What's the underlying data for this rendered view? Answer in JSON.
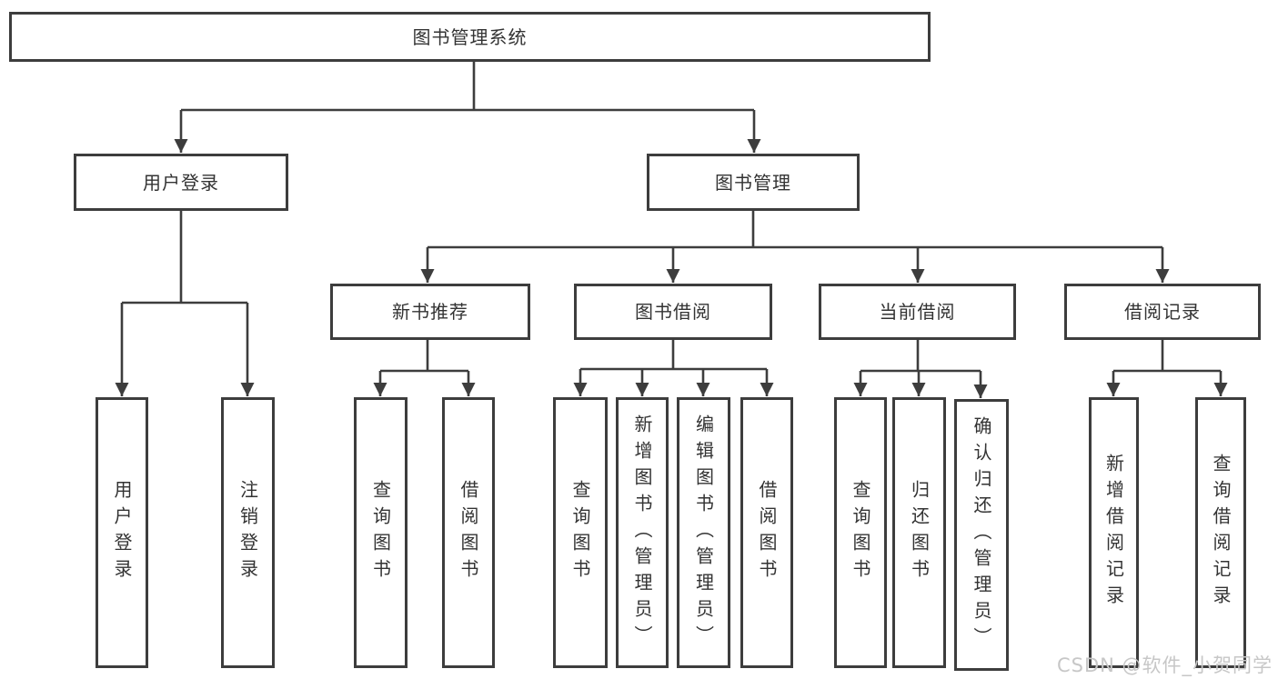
{
  "colors": {
    "line": "#3d3d3d",
    "border": "#3d3d3d",
    "text": "#333333",
    "background": "#ffffff",
    "watermark": "#c7c7c7"
  },
  "root": {
    "label": "图书管理系统"
  },
  "branches": {
    "user_login": {
      "label": "用户登录",
      "children": [
        {
          "label": "用户登录"
        },
        {
          "label": "注销登录"
        }
      ]
    },
    "book_mgmt": {
      "label": "图书管理"
    }
  },
  "modules": [
    {
      "label": "新书推荐",
      "children": [
        {
          "label": "查询图书"
        },
        {
          "label": "借阅图书"
        }
      ]
    },
    {
      "label": "图书借阅",
      "children": [
        {
          "label": "查询图书"
        },
        {
          "label": "新增图书（管理员）"
        },
        {
          "label": "编辑图书（管理员）"
        },
        {
          "label": "借阅图书"
        }
      ]
    },
    {
      "label": "当前借阅",
      "children": [
        {
          "label": "查询图书"
        },
        {
          "label": "归还图书"
        },
        {
          "label": "确认归还（管理员）"
        }
      ]
    },
    {
      "label": "借阅记录",
      "children": [
        {
          "label": "新增借阅记录"
        },
        {
          "label": "查询借阅记录"
        }
      ]
    }
  ],
  "watermark": {
    "text": "CSDN @软件_小贺同学"
  }
}
